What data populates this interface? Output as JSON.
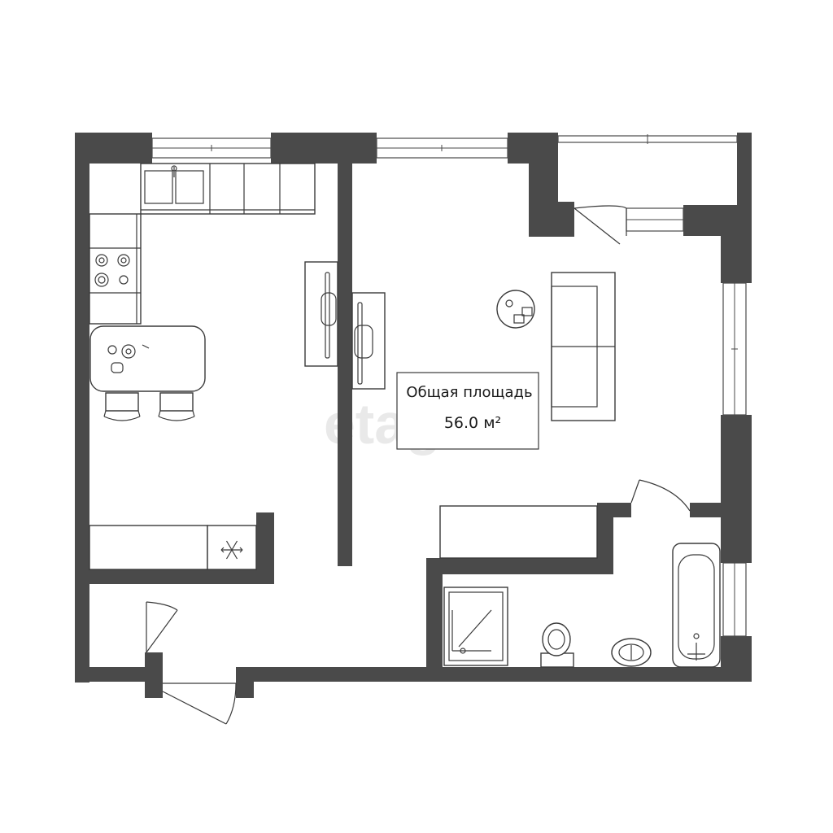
{
  "plan": {
    "area_label": "Общая площадь",
    "area_value": "56.0 м²",
    "watermark": "etagi"
  },
  "colors": {
    "wall": "#4a4a4a",
    "furniture_stroke": "#3a3a3a",
    "background": "#ffffff"
  },
  "icons": [
    "snowflake-icon",
    "stove-icon",
    "sink-icon",
    "toilet-icon",
    "bathtub-icon",
    "shower-icon"
  ]
}
